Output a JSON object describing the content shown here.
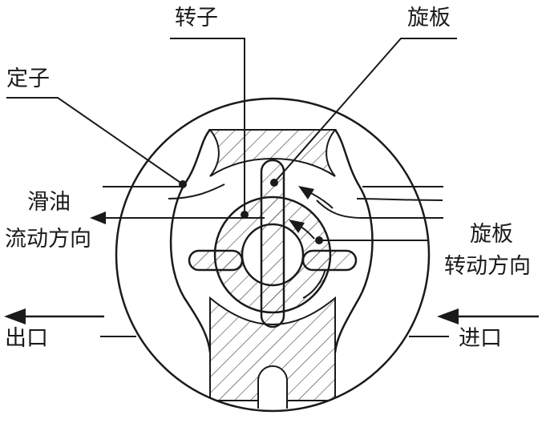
{
  "labels": {
    "rotor": "转子",
    "vane": "旋板",
    "stator": "定子",
    "oil_flow_line1": "滑油",
    "oil_flow_line2": "流动方向",
    "vane_rotation_line1": "旋板",
    "vane_rotation_line2": "转动方向",
    "outlet": "出口",
    "inlet": "进口"
  },
  "colors": {
    "stroke": "#1a1a1a",
    "background": "#ffffff"
  }
}
